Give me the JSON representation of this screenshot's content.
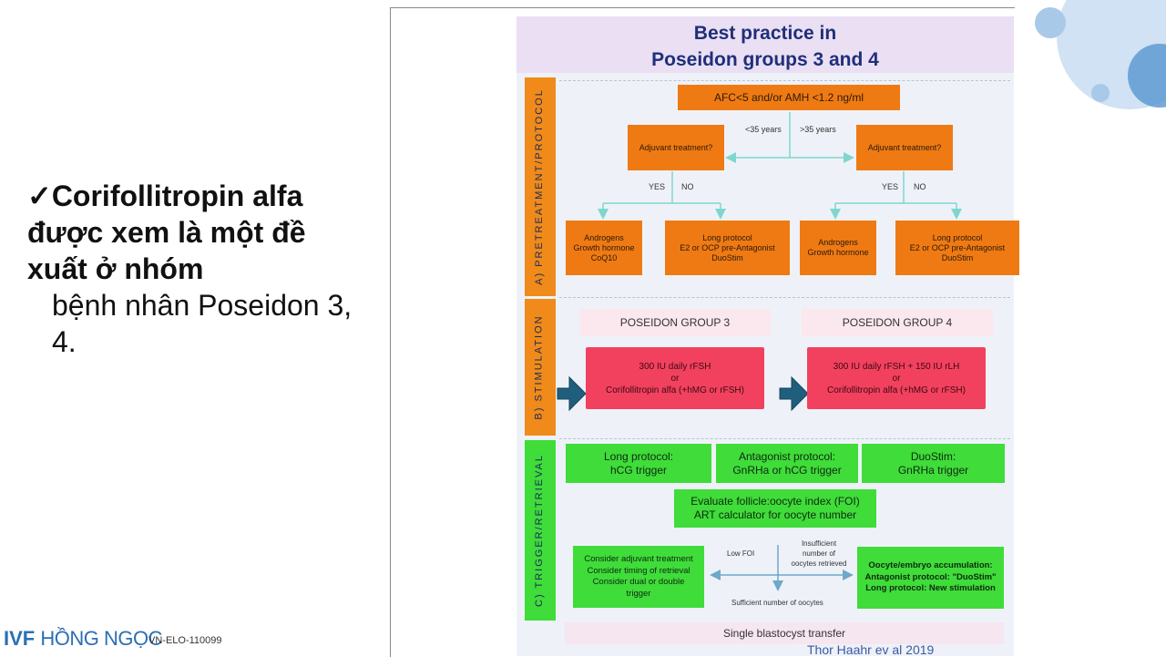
{
  "slide": {
    "bullet": {
      "check": "✓",
      "bold_text": "Corifollitropin alfa được xem là một đề xuất ở nhóm",
      "normal_text": "bệnh nhân Poseidon 3, 4."
    },
    "logo": {
      "part1": "IVF",
      "part2": "HỒNG NGỌC"
    },
    "code": "VN-ELO-110099",
    "citation": "Thor Haahr ev al 2019"
  },
  "figure": {
    "title_line1": "Best practice in",
    "title_line2": "Poseidon groups 3 and 4",
    "sections": {
      "a": "A) PRETREATMENT/PROTOCOL",
      "b": "B) STIMULATION",
      "c": "C) TRIGGER/RETRIEVAL"
    },
    "pretreatment": {
      "top_box": "AFC<5 and/or AMH <1.2 ng/ml",
      "age_lt": "<35 years",
      "age_gt": ">35 years",
      "adj_left": "Adjuvant treatment?",
      "adj_right": "Adjuvant treatment?",
      "yes": "YES",
      "no": "NO",
      "left_yes_box": [
        "Androgens",
        "Growth hormone",
        "CoQ10"
      ],
      "left_no_box": [
        "Long protocol",
        "E2 or OCP pre-Antagonist",
        "DuoStim"
      ],
      "right_yes_box": [
        "Androgens",
        "Growth hormone"
      ],
      "right_no_box": [
        "Long protocol",
        "E2 or OCP pre-Antagonist",
        "DuoStim"
      ]
    },
    "stimulation": {
      "group3_label": "POSEIDON GROUP 3",
      "group4_label": "POSEIDON GROUP 4",
      "group3_box": [
        "300 IU daily rFSH",
        "or",
        "Corifollitropin alfa (+hMG or rFSH)"
      ],
      "group4_box": [
        "300 IU daily rFSH + 150 IU rLH",
        "or",
        "Corifollitropin alfa (+hMG or rFSH)"
      ]
    },
    "trigger": {
      "box1": [
        "Long protocol:",
        "hCG trigger"
      ],
      "box2": [
        "Antagonist protocol:",
        "GnRHa or hCG trigger"
      ],
      "box3": [
        "DuoStim:",
        "GnRHa trigger"
      ],
      "foi": [
        "Evaluate follicle:oocyte index (FOI)",
        "ART calculator for oocyte number"
      ],
      "low_foi": "Low FOI",
      "insufficient": [
        "Insufficient",
        "number of",
        "oocytes retrieved"
      ],
      "sufficient": "Sufficient number of oocytes",
      "left_box": [
        "Consider adjuvant treatment",
        "Consider timing of retrieval",
        "Consider dual or double",
        "trigger"
      ],
      "right_box": [
        "Oocyte/embryo accumulation:",
        "Antagonist protocol: \"DuoStim\"",
        "Long protocol: New stimulation"
      ],
      "final": "Single blastocyst transfer"
    }
  },
  "colors": {
    "orange": "#ef7a13",
    "red": "#f2415e",
    "green": "#3fdc3a",
    "title": "#1f2f7a",
    "arrow": "#7fd6cf",
    "logo_blue": "#2b6fb6"
  }
}
